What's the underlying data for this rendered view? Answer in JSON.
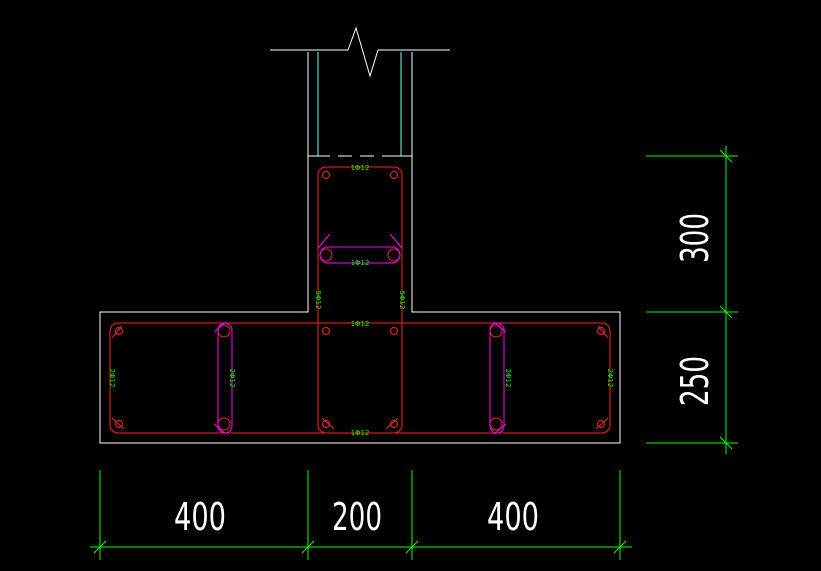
{
  "colors": {
    "background": "#000000",
    "outline": "#ffffff",
    "stirrup": "#ff2020",
    "tie": "#ff00ff",
    "dimension": "#00ff00",
    "dimension_text": "#ffffff",
    "rebar_label": "#00ff00",
    "column_edge": "#66ffff"
  },
  "dimensions": {
    "horizontal": [
      "400",
      "200",
      "400"
    ],
    "vertical": [
      "300",
      "250"
    ]
  },
  "rebar_labels": {
    "wall_top": "1Φ12",
    "wall_mid": "1Φ12",
    "wall_left": "5Φ12",
    "wall_right": "5Φ12",
    "flange_top": "1Φ12",
    "flange_bottom": "1Φ12",
    "flange_left_outer": "2Φ12",
    "flange_left_inner": "2Φ12",
    "flange_right_inner": "2Φ12",
    "flange_right_outer": "2Φ12"
  }
}
